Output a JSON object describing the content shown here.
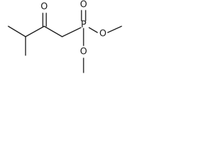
{
  "molecule": {
    "atoms": {
      "O_carbonyl": "O",
      "P": "P",
      "O_phosphoryl": "O",
      "O_methoxy_1": "O",
      "O_methoxy_2": "O"
    }
  }
}
